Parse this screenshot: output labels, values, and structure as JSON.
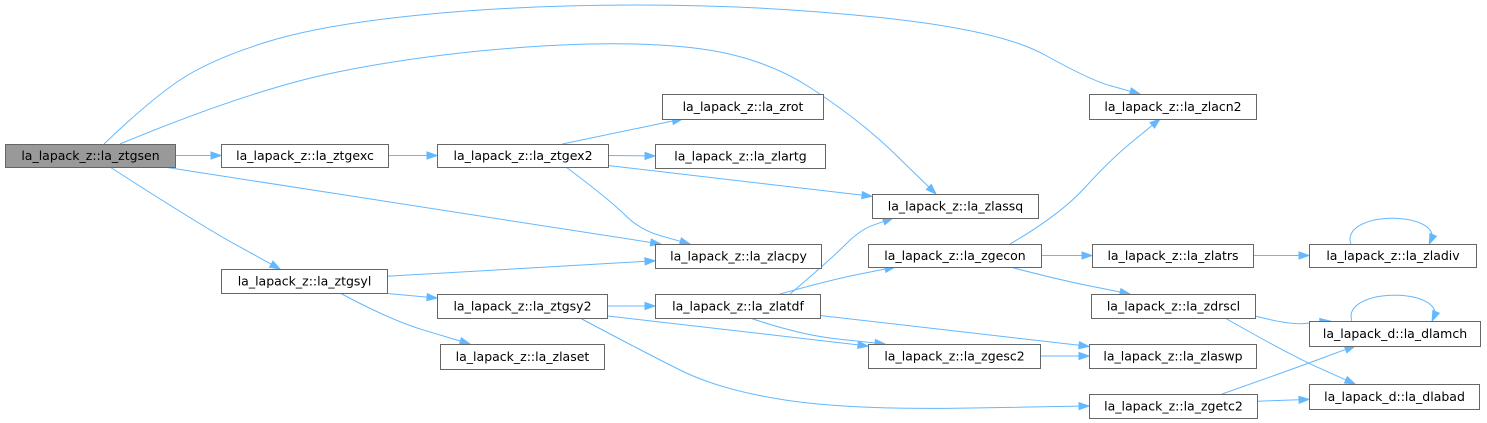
{
  "diagram": {
    "type": "call-graph",
    "colors": {
      "edge": "#63b8ff",
      "root_fill": "#999999",
      "node_border": "#666666"
    },
    "nodes": [
      {
        "id": "ztgsen",
        "label": "la_lapack_z::la_ztgsen",
        "root": true
      },
      {
        "id": "ztgexc",
        "label": "la_lapack_z::la_ztgexc"
      },
      {
        "id": "ztgsyl",
        "label": "la_lapack_z::la_ztgsyl"
      },
      {
        "id": "ztgex2",
        "label": "la_lapack_z::la_ztgex2"
      },
      {
        "id": "ztgsy2",
        "label": "la_lapack_z::la_ztgsy2"
      },
      {
        "id": "zlaset",
        "label": "la_lapack_z::la_zlaset"
      },
      {
        "id": "zrot",
        "label": "la_lapack_z::la_zrot"
      },
      {
        "id": "zlartg",
        "label": "la_lapack_z::la_zlartg"
      },
      {
        "id": "zlacpy",
        "label": "la_lapack_z::la_zlacpy"
      },
      {
        "id": "zlatdf",
        "label": "la_lapack_z::la_zlatdf"
      },
      {
        "id": "zlassq",
        "label": "la_lapack_z::la_zlassq"
      },
      {
        "id": "zgecon",
        "label": "la_lapack_z::la_zgecon"
      },
      {
        "id": "zgesc2",
        "label": "la_lapack_z::la_zgesc2"
      },
      {
        "id": "zlacn2",
        "label": "la_lapack_z::la_zlacn2"
      },
      {
        "id": "zlatrs",
        "label": "la_lapack_z::la_zlatrs"
      },
      {
        "id": "zdrscl",
        "label": "la_lapack_z::la_zdrscl"
      },
      {
        "id": "zlaswp",
        "label": "la_lapack_z::la_zlaswp"
      },
      {
        "id": "zgetc2",
        "label": "la_lapack_z::la_zgetc2"
      },
      {
        "id": "zladiv",
        "label": "la_lapack_z::la_zladiv"
      },
      {
        "id": "dlamch",
        "label": "la_lapack_d::la_dlamch"
      },
      {
        "id": "dlabad",
        "label": "la_lapack_d::la_dlabad"
      }
    ],
    "edges": [
      {
        "from": "ztgsen",
        "to": "zlacn2"
      },
      {
        "from": "ztgsen",
        "to": "zlassq"
      },
      {
        "from": "ztgsen",
        "to": "ztgexc"
      },
      {
        "from": "ztgsen",
        "to": "zlacpy"
      },
      {
        "from": "ztgsen",
        "to": "ztgsyl"
      },
      {
        "from": "ztgexc",
        "to": "ztgex2"
      },
      {
        "from": "ztgex2",
        "to": "zrot"
      },
      {
        "from": "ztgex2",
        "to": "zlartg"
      },
      {
        "from": "ztgex2",
        "to": "zlassq"
      },
      {
        "from": "ztgex2",
        "to": "zlacpy"
      },
      {
        "from": "ztgsyl",
        "to": "zlacpy"
      },
      {
        "from": "ztgsyl",
        "to": "ztgsy2"
      },
      {
        "from": "ztgsyl",
        "to": "zlaset"
      },
      {
        "from": "ztgsy2",
        "to": "zlatdf"
      },
      {
        "from": "ztgsy2",
        "to": "zgesc2"
      },
      {
        "from": "ztgsy2",
        "to": "zgetc2"
      },
      {
        "from": "zlatdf",
        "to": "zlassq"
      },
      {
        "from": "zlatdf",
        "to": "zgecon"
      },
      {
        "from": "zlatdf",
        "to": "zgesc2"
      },
      {
        "from": "zlatdf",
        "to": "zlaswp"
      },
      {
        "from": "zgecon",
        "to": "zlacn2"
      },
      {
        "from": "zgecon",
        "to": "zlatrs"
      },
      {
        "from": "zgecon",
        "to": "zdrscl"
      },
      {
        "from": "zlatrs",
        "to": "zladiv"
      },
      {
        "from": "zladiv",
        "to": "zladiv"
      },
      {
        "from": "zdrscl",
        "to": "dlamch"
      },
      {
        "from": "zdrscl",
        "to": "dlabad"
      },
      {
        "from": "dlamch",
        "to": "dlamch"
      },
      {
        "from": "zgesc2",
        "to": "zlaswp"
      },
      {
        "from": "zgetc2",
        "to": "dlamch"
      },
      {
        "from": "zgetc2",
        "to": "dlabad"
      }
    ]
  }
}
